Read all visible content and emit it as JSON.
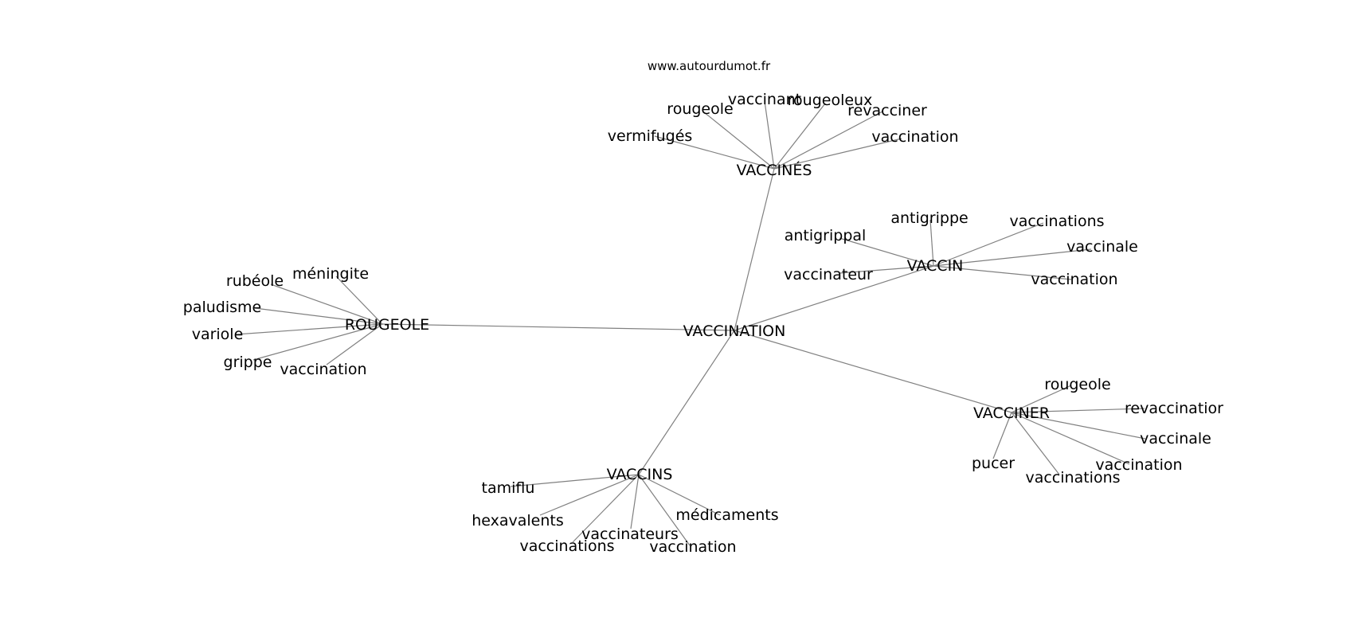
{
  "source": "www.autourdumot.fr",
  "colors": {
    "edge": "#808080",
    "text": "#000000",
    "background": "#ffffff"
  },
  "graph": {
    "center": "VACCINATION",
    "hubs": [
      {
        "id": "rougeole_hub",
        "label": "ROUGEOLE",
        "leaves": [
          "méningite",
          "rubéole",
          "paludisme",
          "variole",
          "grippe",
          "vaccination"
        ]
      },
      {
        "id": "vaccines_hub",
        "label": "VACCINÉS",
        "leaves": [
          "rougeole",
          "vaccinant",
          "rougeoleux",
          "revacciner",
          "vermifugés",
          "vaccination"
        ]
      },
      {
        "id": "vaccin_hub",
        "label": "VACCIN",
        "leaves": [
          "antigrippe",
          "vaccinations",
          "antigrippal",
          "vaccinale",
          "vaccinateur",
          "vaccination"
        ]
      },
      {
        "id": "vacciner_hub",
        "label": "VACCINER",
        "leaves": [
          "rougeole",
          "revaccinatior",
          "vaccinale",
          "pucer",
          "vaccination",
          "vaccinations"
        ]
      },
      {
        "id": "vaccins_hub",
        "label": "VACCINS",
        "leaves": [
          "tamiflu",
          "hexavalents",
          "médicaments",
          "vaccinateurs",
          "vaccinations",
          "vaccination"
        ]
      }
    ]
  }
}
